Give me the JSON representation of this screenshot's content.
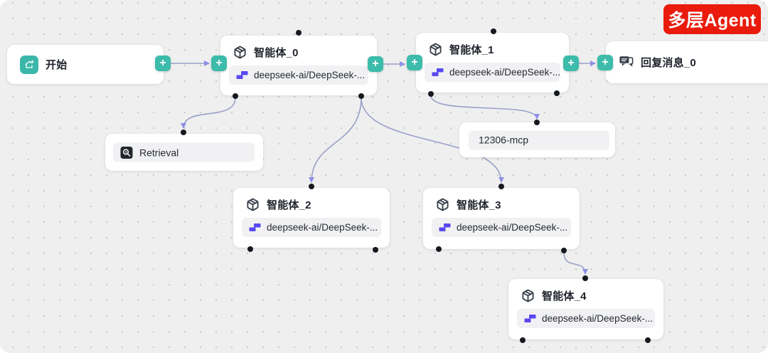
{
  "app": {
    "type": "agent-workflow-canvas"
  },
  "badge": {
    "label": "多层Agent",
    "color": "#ea1b0c"
  },
  "plus_glyph": "+",
  "colors": {
    "canvas_bg": "#efefef",
    "grid_dot": "#c9cacc",
    "node_bg": "#ffffff",
    "pill_bg": "#f1f1f3",
    "accent_teal": "#3dbcab",
    "edge": "#9aa0c8",
    "arrow": "#8e90e6",
    "handle": "#16191f",
    "badge_red": "#ea1b0c",
    "model_icon_purple": "#5948f0",
    "title_text": "#20242c"
  },
  "icons": {
    "start": "home-plus-icon",
    "agent": "package-cube-icon",
    "model": "deepseek-model-icon",
    "reply": "chat-bubbles-icon",
    "retrieval": "folder-search-icon",
    "add": "plus-icon"
  },
  "nodes": {
    "start": {
      "title": "开始"
    },
    "agent_0": {
      "title": "智能体_0",
      "model": "deepseek-ai/DeepSeek-..."
    },
    "agent_1": {
      "title": "智能体_1",
      "model": "deepseek-ai/DeepSeek-..."
    },
    "reply_0": {
      "title": "回复消息_0"
    },
    "retrieval": {
      "label": "Retrieval"
    },
    "mcp": {
      "label": "12306-mcp"
    },
    "agent_2": {
      "title": "智能体_2",
      "model": "deepseek-ai/DeepSeek-..."
    },
    "agent_3": {
      "title": "智能体_3",
      "model": "deepseek-ai/DeepSeek-..."
    },
    "agent_4": {
      "title": "智能体_4",
      "model": "deepseek-ai/DeepSeek-..."
    }
  },
  "edges": [
    {
      "from": "start",
      "to": "agent_0"
    },
    {
      "from": "agent_0",
      "to": "agent_1"
    },
    {
      "from": "agent_1",
      "to": "reply_0"
    },
    {
      "from": "agent_0",
      "to": "retrieval"
    },
    {
      "from": "agent_0",
      "to": "agent_2"
    },
    {
      "from": "agent_0",
      "to": "agent_3"
    },
    {
      "from": "agent_1",
      "to": "mcp"
    },
    {
      "from": "agent_3",
      "to": "agent_4"
    }
  ]
}
